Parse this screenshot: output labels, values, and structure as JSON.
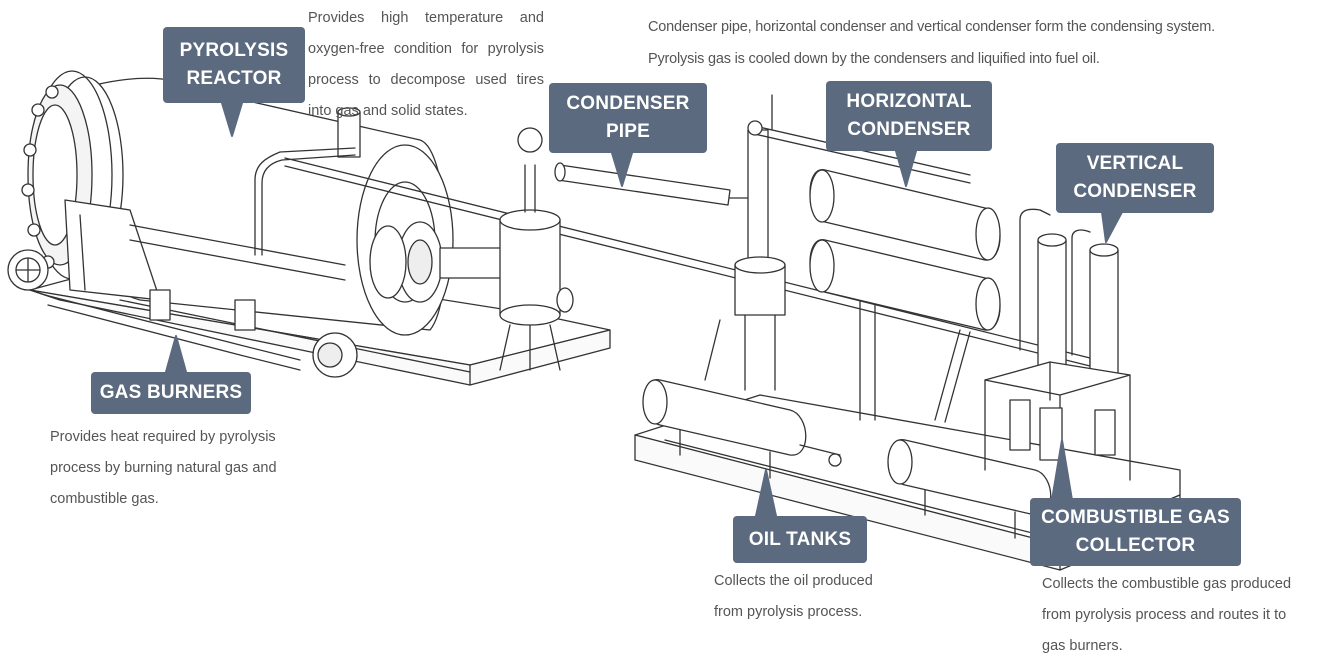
{
  "labels": {
    "pyrolysis_reactor": "PYROLYSIS\nREACTOR",
    "condenser_pipe": "CONDENSER\nPIPE",
    "horizontal_condenser": "HORIZONTAL\nCONDENSER",
    "vertical_condenser": "VERTICAL\nCONDENSER",
    "gas_burners": "GAS BURNERS",
    "oil_tanks": "OIL TANKS",
    "combustible_gas_collector": "COMBUSTIBLE GAS\nCOLLECTOR"
  },
  "descriptions": {
    "reactor": "Provides high temperature and oxygen-free condition for pyrolysis process to decompose used tires into gas and solid states.",
    "condensing": "Condenser pipe, horizontal condenser and vertical condenser form the condensing system. Pyrolysis gas is cooled down by the condensers and liquified into fuel oil.",
    "burners": "Provides heat required by pyrolysis process by burning natural gas and combustible gas.",
    "oil_tanks": "Collects the oil produced from pyrolysis process.",
    "gas_collector": "Collects the combustible gas produced from pyrolysis process and routes it to gas burners."
  },
  "colors": {
    "label_bg": "#5b6a7e",
    "label_text": "#ffffff",
    "description_text": "#555555",
    "line_art": "#333333"
  }
}
